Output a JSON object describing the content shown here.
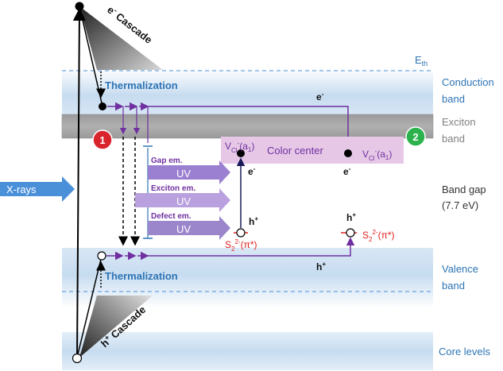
{
  "labels": {
    "e_cascade_sup": "-",
    "e_cascade_pre": "e",
    "e_cascade_word": " Cascade",
    "h_cascade_pre": "h",
    "h_cascade_sup": "+",
    "h_cascade_word": " Cascade",
    "eth": "E",
    "eth_sub": "th",
    "thermalization_top": "Thermalization",
    "thermalization_bottom": "Thermalization",
    "conduction_band_1": "Conduction",
    "conduction_band_2": "band",
    "exciton_band_1": "Exciton",
    "exciton_band_2": "band",
    "band_gap_1": "Band gap",
    "band_gap_2": "(7.7 eV)",
    "valence_band_1": "Valence",
    "valence_band_2": "band",
    "core_levels": "Core levels",
    "xrays": "X-rays",
    "color_center": "Color center",
    "gap_em": "Gap em.",
    "exciton_em": "Exciton em.",
    "defect_em": "Defect em.",
    "uv": "UV",
    "marker_1": "1",
    "marker_2": "2",
    "e_minus": "e",
    "minus": "-",
    "h_plus": "h",
    "plus": "+",
    "vcl_v": "V",
    "vcl_sub": "Cl",
    "vcl_sup": "-",
    "vcl_tail": "(a",
    "vcl_one": "1",
    "vcl_close": ")",
    "s2_s": "S",
    "s2_sub": "2",
    "s2_sup": "2-",
    "s2_tail": "(π*)"
  },
  "colors": {
    "band_blue": "#2e74b5",
    "arrow_purple": "#7030a0",
    "label_red": "#e02020",
    "exciton_gray": "#a6a6a6",
    "uv_arrow": "#9b7fd0",
    "color_center_fill": "#e6c8e6",
    "marker1": "#d9232d",
    "marker2": "#2bb24c",
    "xray_arrow": "#4a90d9"
  }
}
